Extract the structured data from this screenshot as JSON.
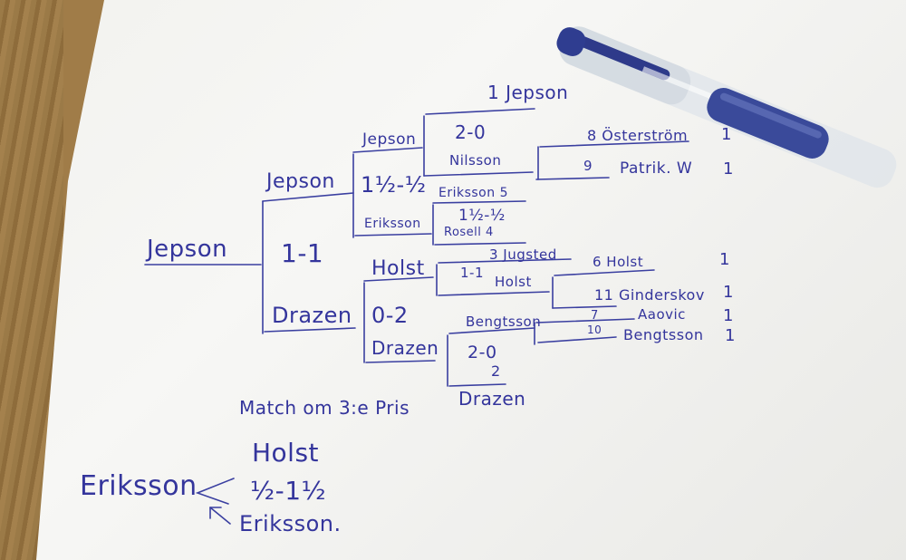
{
  "bracket": {
    "champion": "Jepson",
    "final_score": "1-1",
    "final_left": "Jepson",
    "final_right": "Drazen",
    "semi1_winner": "Jepson",
    "semi1_score": "1½-½",
    "semi1_loser": "Eriksson",
    "semi2_winner": "Holst",
    "semi2_score": "0-2",
    "semi2_loser": "Drazen",
    "qf1_winner": "1 Jepson",
    "qf1_score": "2-0",
    "qf1_loser": "Nilsson",
    "qf2_top": "Eriksson 5",
    "qf2_score": "1½-½",
    "qf2_bottom": "Rosell 4",
    "qf3_top": "3 Jugsted",
    "qf3_score": "1-1",
    "qf3_bottom": "Holst",
    "qf4_top": "Bengtsson",
    "qf4_score": "2-0",
    "qf4_bottom": "2",
    "r1_a": "8 Österström",
    "r1_b": "9",
    "r1_b_name": "Patrik. W",
    "r1_c": "6 Holst",
    "r1_d": "11 Ginderskov",
    "r1_e": "7",
    "r1_e_name": "Aaovic",
    "r1_f": "10",
    "r1_f_name": "Bengtsson",
    "tally": [
      "1",
      "1",
      "1",
      "1",
      "1",
      "1"
    ]
  },
  "third_place": {
    "heading": "Match om 3:e Pris",
    "heading_name": "Drazen",
    "top": "Holst",
    "score": "½-1½",
    "bottom": "Eriksson.",
    "result": "Eriksson"
  },
  "colors": {
    "ink": "#34359c",
    "pen_body": "#3a4a9a"
  }
}
